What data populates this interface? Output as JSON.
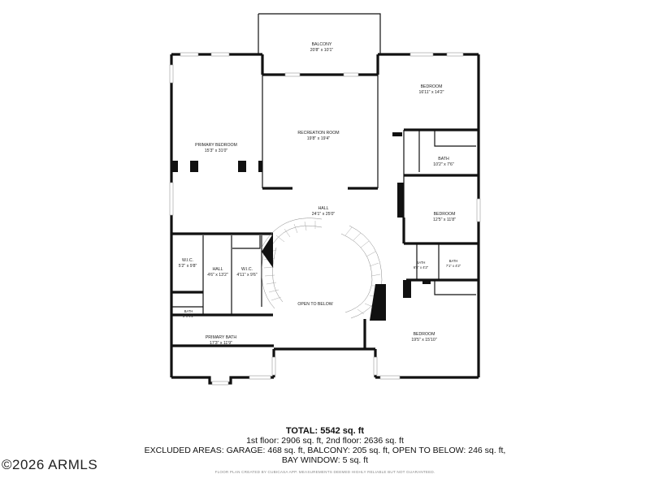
{
  "rooms": {
    "balcony": {
      "name": "BALCONY",
      "dims": "20'8\" x 10'1\""
    },
    "recreation_room": {
      "name": "RECREATION ROOM",
      "dims": "19'8\" x 19'4\""
    },
    "primary_bedroom": {
      "name": "PRIMARY BEDROOM",
      "dims": "15'3\" x 31'0\""
    },
    "bedroom_ne": {
      "name": "BEDROOM",
      "dims": "16'11\" x 14'2\""
    },
    "bath_e": {
      "name": "BATH",
      "dims": "10'2\" x 7'6\""
    },
    "bedroom_e": {
      "name": "BEDROOM",
      "dims": "12'5\" x 11'8\""
    },
    "bath_se1": {
      "name": "BATH",
      "dims": "6'5\" x 4'2\""
    },
    "bath_se2": {
      "name": "BATH",
      "dims": "7'1\" x 4'2\""
    },
    "hall_main": {
      "name": "HALL",
      "dims": "24'1\" x 25'0\""
    },
    "wic_1": {
      "name": "W.I.C.",
      "dims": "5'2\" x 9'8\""
    },
    "hall_small": {
      "name": "HALL",
      "dims": "4'6\" x 13'2\""
    },
    "wic_2": {
      "name": "W.I.C.",
      "dims": "4'11\" x 9'6\""
    },
    "bath_sw": {
      "name": "BATH",
      "dims": "5' x 4'2\""
    },
    "primary_bath": {
      "name": "PRIMARY BATH",
      "dims": "17'3\" x 11'9\""
    },
    "open_to_below": {
      "name": "OPEN TO BELOW"
    },
    "bedroom_se": {
      "name": "BEDROOM",
      "dims": "19'5\" x 15'10\""
    }
  },
  "summary": {
    "total": "TOTAL: 5542 sq. ft",
    "floors": "1st floor: 2906 sq. ft, 2nd floor: 2636 sq. ft",
    "excluded": "EXCLUDED AREAS: GARAGE: 468 sq. ft, BALCONY: 205 sq. ft, OPEN TO BELOW: 246 sq. ft,",
    "bay_window": "BAY WINDOW: 5 sq. ft"
  },
  "copyright": "©2026 ARMLS",
  "footnote": "FLOOR PLAN CREATED BY CUBICASA APP. MEASUREMENTS DEEMED HIGHLY RELIABLE BUT NOT GUARANTEED."
}
